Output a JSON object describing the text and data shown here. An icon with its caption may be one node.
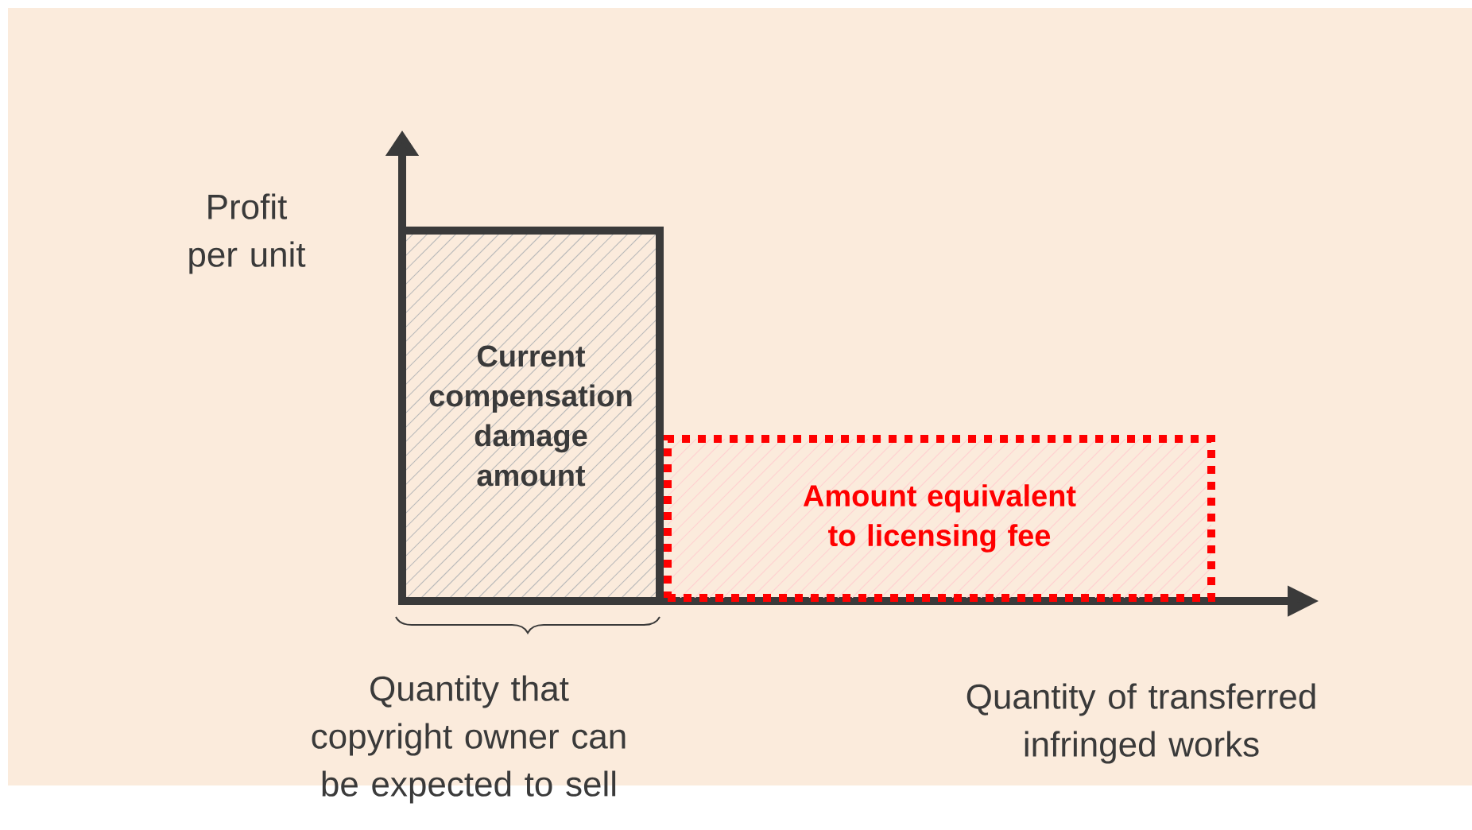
{
  "diagram": {
    "nodes": [
      {
        "text": [
          "Current compensation damage amount"
        ]
      },
      {
        "text": [
          "Amount equivalent to licensing fee"
        ]
      }
    ],
    "labels": [
      "Profit per unit",
      "Quantity that copyright owner can be expected to sell",
      "Quantity of transferred infringed works"
    ]
  }
}
